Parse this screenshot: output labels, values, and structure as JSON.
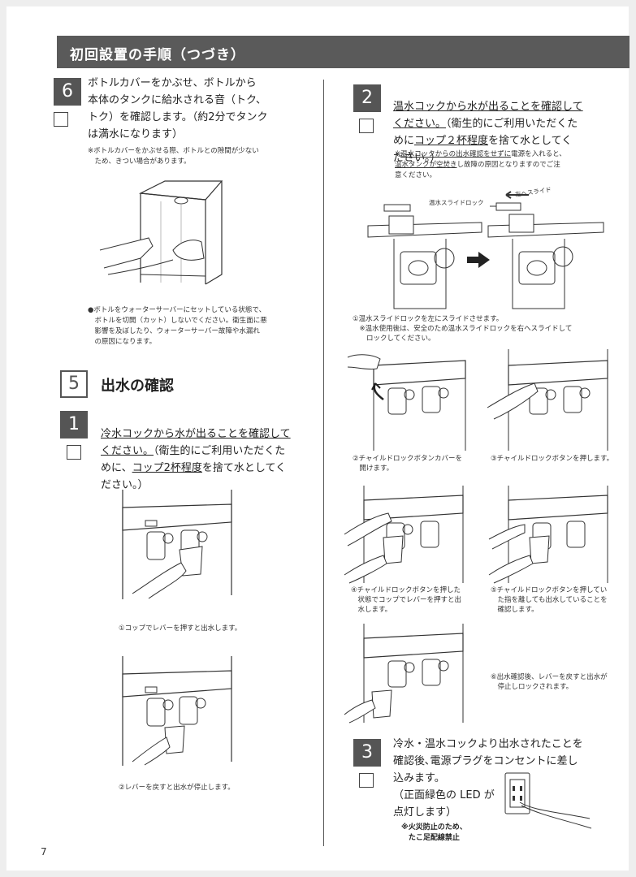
{
  "header": {
    "title": "初回設置の手順（つづき）"
  },
  "page_number": "7",
  "step6": {
    "number": "6",
    "text": "ボトルカバーをかぶせ、ボトルから\n本体のタンクに給水される音（トク、\nトク）を確認します。（約2分でタンク\nは満水になります）",
    "note": "※ボトルカバーをかぶせる際、ボトルとの隙間が少ない\n　ため、きつい場合があります。",
    "warning": "●ボトルをウォーターサーバーにセットしている状態で、\n　ボトルを切開（カット）しないでください。衛生面に悪\n　影響を及ぼしたり、ウォーターサーバー故障や水漏れ\n　の原因になります。"
  },
  "section5": {
    "number": "5",
    "title": "出水の確認"
  },
  "step1": {
    "number": "1",
    "line1": "冷水コックから水が出ることを確認して",
    "line2a": "ください。",
    "line2b": "（衛生的にご利用いただくた",
    "line3a": "めに、",
    "line3b": "コップ2杯程度",
    "line3c": "を捨て水としてく",
    "line4": "ださい。）",
    "caption1": "①コップでレバーを押すと出水します。",
    "caption2": "②レバーを戻すと出水が停止します。"
  },
  "step2": {
    "number": "2",
    "line1": "温水コックから水が出ることを確認して",
    "line2a": "ください。",
    "line2b": "（衛生的にご利用いただくた",
    "line3a": "めに",
    "line3b": "コップ２杯程度",
    "line3c": "を捨て水としてく",
    "line4": "ださい。）",
    "note_a": "※",
    "note_b": "温水コックからの出水確認をせずに",
    "note_c": "電源を入れると、",
    "note_d": "温水タンクが空焚き",
    "note_e": "し故障の原因となりますのでご注\n意ください。",
    "slide_lock_label": "温水スライドロック",
    "slide_dir_label": "左へスライド",
    "caption1": "①温水スライドロックを左にスライドさせます。\n　※温水使用後は、安全のため温水スライドロックを右へスライドして\n　　ロックしてください。",
    "caption2": "②チャイルドロックボタンカバーを\n　開けます。",
    "caption3": "③チャイルドロックボタンを押します。",
    "caption4": "④チャイルドロックボタンを押した\n　状態でコップでレバーを押すと出\n　水します。",
    "caption5": "⑤チャイルドロックボタンを押してい\n　た指を離しても出水していることを\n　確認します。",
    "caption6": "⑥出水確認後、レバーを戻すと出水が\n　停止しロックされます。"
  },
  "step3": {
    "number": "3",
    "text": "冷水・温水コックより出水されたことを\n確認後､電源プラグをコンセントに差し\n込みます。\n（正面緑色の LED が\n点灯します）",
    "warning": "※火災防止のため、\nたこ足配線禁止"
  }
}
